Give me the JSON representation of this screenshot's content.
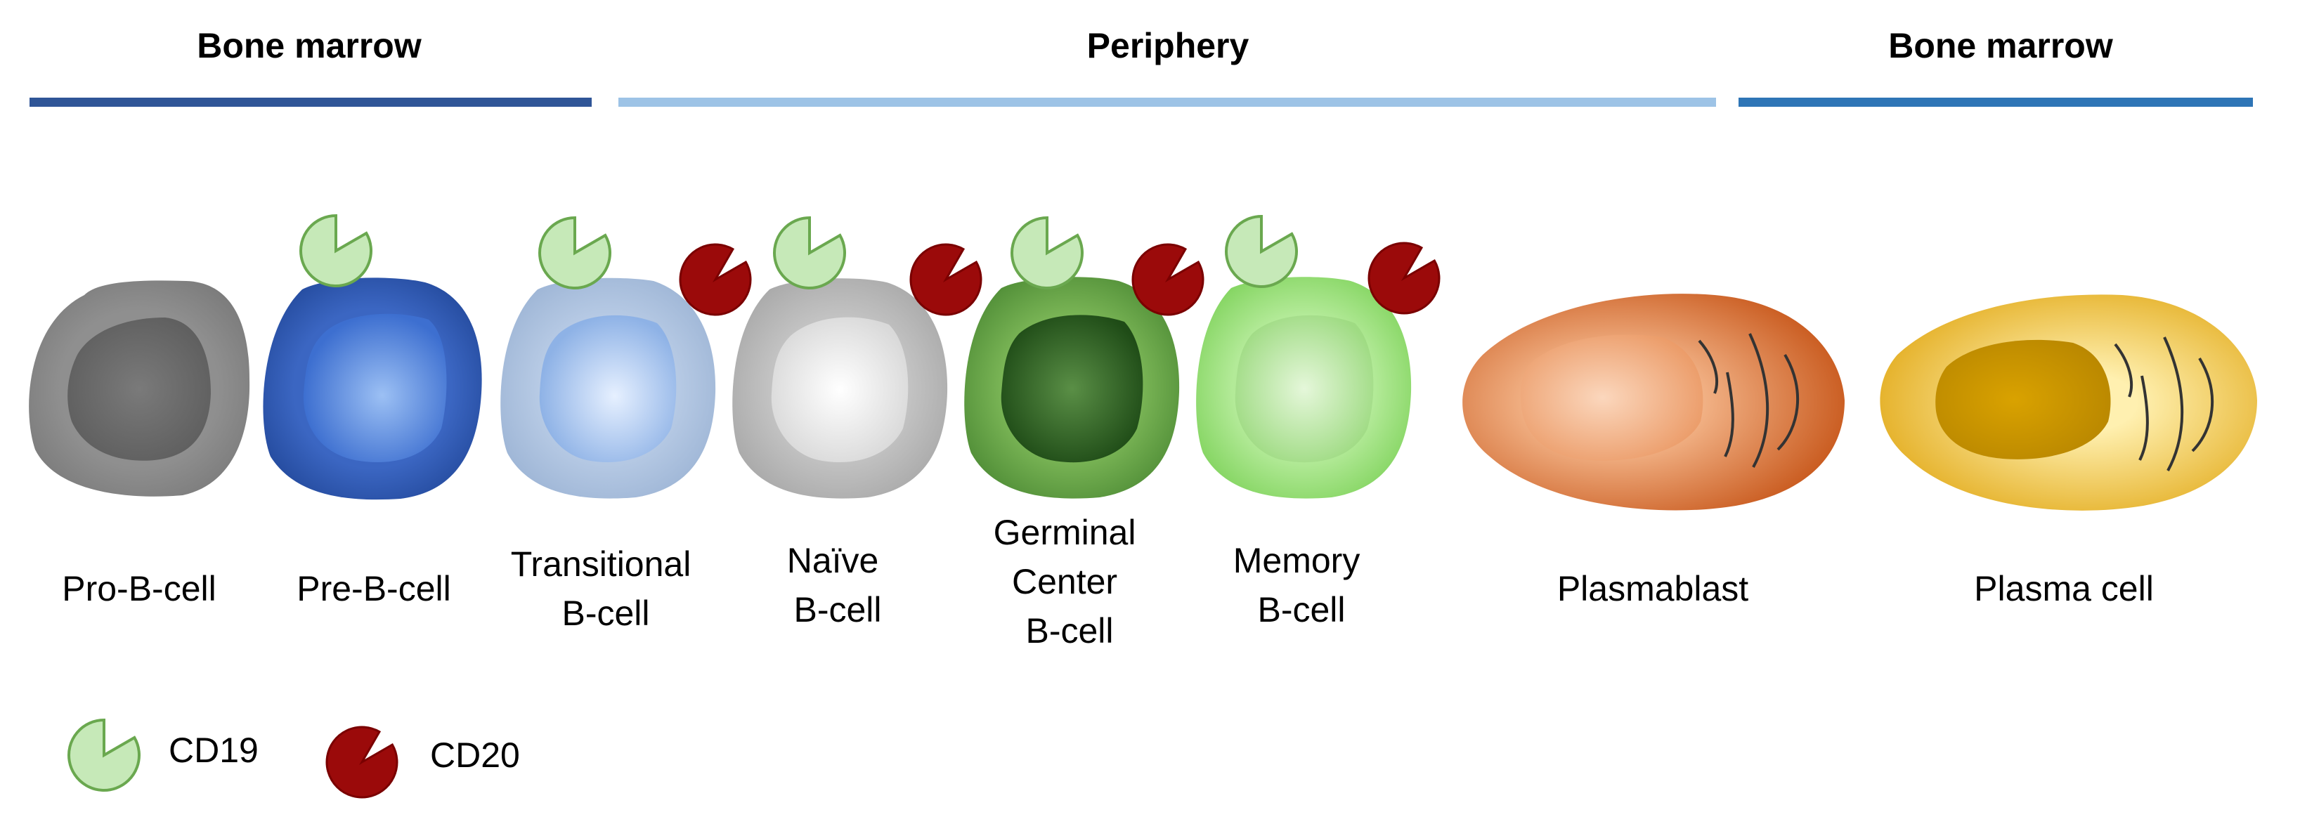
{
  "regions": [
    {
      "title": "Bone marrow",
      "color": "#2f5597"
    },
    {
      "title": "Periphery",
      "color": "#9dc3e6"
    },
    {
      "title": "Bone marrow",
      "color": "#2e75b6"
    }
  ],
  "cells": [
    {
      "id": "pro-b-cell",
      "label_lines": [
        "Pro-B-cell"
      ],
      "outer_color": "#8c8c8c",
      "inner_color": "#6b6b6b",
      "has_cd19": false,
      "has_cd20": false
    },
    {
      "id": "pre-b-cell",
      "label_lines": [
        "Pre-B-cell"
      ],
      "outer_color": "#2f5bb7",
      "inner_color": "#6f9ae6",
      "has_cd19": true,
      "has_cd20": false
    },
    {
      "id": "transitional-b-cell",
      "label_lines": [
        "Transitional",
        "B-cell"
      ],
      "outer_color": "#a9bfdc",
      "inner_color": "#c4d8f5",
      "has_cd19": true,
      "has_cd20": true
    },
    {
      "id": "naive-b-cell",
      "label_lines": [
        "Naïve",
        "B-cell"
      ],
      "outer_color": "#b7b7b7",
      "inner_color": "#ffffff",
      "has_cd19": true,
      "has_cd20": true
    },
    {
      "id": "germinal-center-b-cell",
      "label_lines": [
        "Germinal",
        "Center",
        "B-cell"
      ],
      "outer_color": "#70ad47",
      "inner_color": "#2f5f22",
      "has_cd19": true,
      "has_cd20": true
    },
    {
      "id": "memory-b-cell",
      "label_lines": [
        "Memory",
        "B-cell"
      ],
      "outer_color": "#9fe07a",
      "inner_color": "#c6efb1",
      "has_cd19": true,
      "has_cd20": true
    },
    {
      "id": "plasmablast",
      "label_lines": [
        "Plasmablast"
      ],
      "outer_color": "#d9662a",
      "inner_color": "#f8c9a6",
      "has_cd19": false,
      "has_cd20": false
    },
    {
      "id": "plasma-cell",
      "label_lines": [
        "Plasma cell"
      ],
      "outer_color": "#e3a91a",
      "inner_color": "#d19c00",
      "has_cd19": false,
      "has_cd20": false
    }
  ],
  "legend": [
    {
      "marker": "CD19",
      "label": "CD19",
      "color": "#c6e9b8",
      "stroke": "#6aa84f",
      "icon": "cd19-marker-icon"
    },
    {
      "marker": "CD20",
      "label": "CD20",
      "color": "#9b0a0a",
      "stroke": "#7a0000",
      "icon": "cd20-marker-icon"
    }
  ]
}
